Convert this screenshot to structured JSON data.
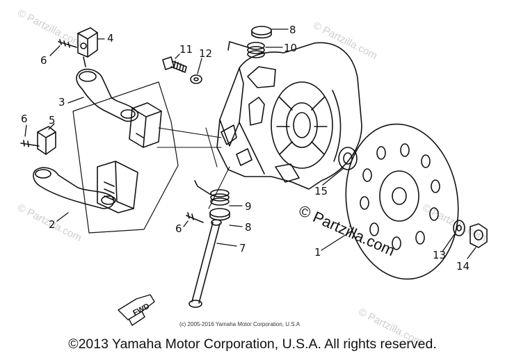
{
  "watermark": {
    "text": "© Partzilla.com"
  },
  "brand_watermark": {
    "text": "© Partzilla.com"
  },
  "callouts": [
    "8",
    "10",
    "4",
    "11",
    "12",
    "6",
    "3",
    "6",
    "5",
    "2",
    "15",
    "9",
    "8",
    "6",
    "7",
    "1",
    "13",
    "14"
  ],
  "fwd_label": "FWD",
  "small_copyright": "(c) 2005-2016 Yamaha Motor Corporation, U.S.A",
  "footer_copyright": "©2013 Yamaha Motor Corporation, U.S.A. All rights reserved."
}
